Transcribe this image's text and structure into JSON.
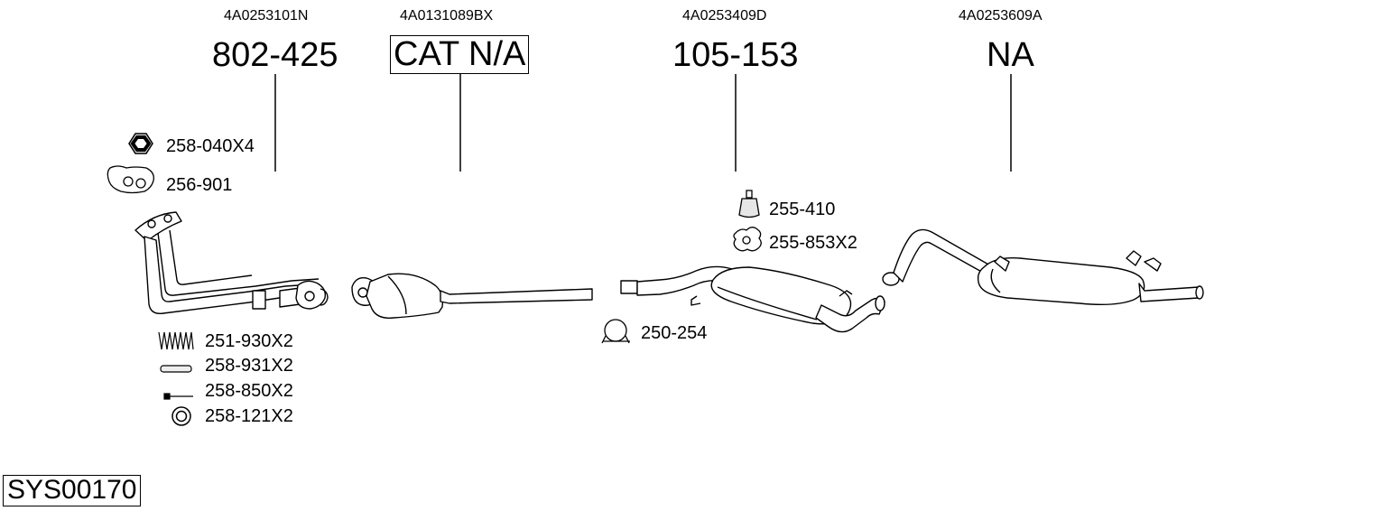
{
  "system_code": "SYS00170",
  "parts": [
    {
      "oe": "4A0253101N",
      "number": "802-425"
    },
    {
      "oe": "4A0131089BX",
      "number": "CAT N/A"
    },
    {
      "oe": "4A0253409D",
      "number": "105-153"
    },
    {
      "oe": "4A0253609A",
      "number": "NA"
    }
  ],
  "accessories": [
    {
      "code": "258-040X4",
      "icon": "nut-icon"
    },
    {
      "code": "256-901",
      "icon": "gasket-icon"
    },
    {
      "code": "251-930X2",
      "icon": "spring-icon"
    },
    {
      "code": "258-931X2",
      "icon": "sleeve-icon"
    },
    {
      "code": "258-850X2",
      "icon": "bolt-icon"
    },
    {
      "code": "258-121X2",
      "icon": "ring-icon"
    },
    {
      "code": "255-410",
      "icon": "rubber-mount-icon"
    },
    {
      "code": "255-853X2",
      "icon": "hanger-icon"
    },
    {
      "code": "250-254",
      "icon": "clamp-icon"
    }
  ]
}
